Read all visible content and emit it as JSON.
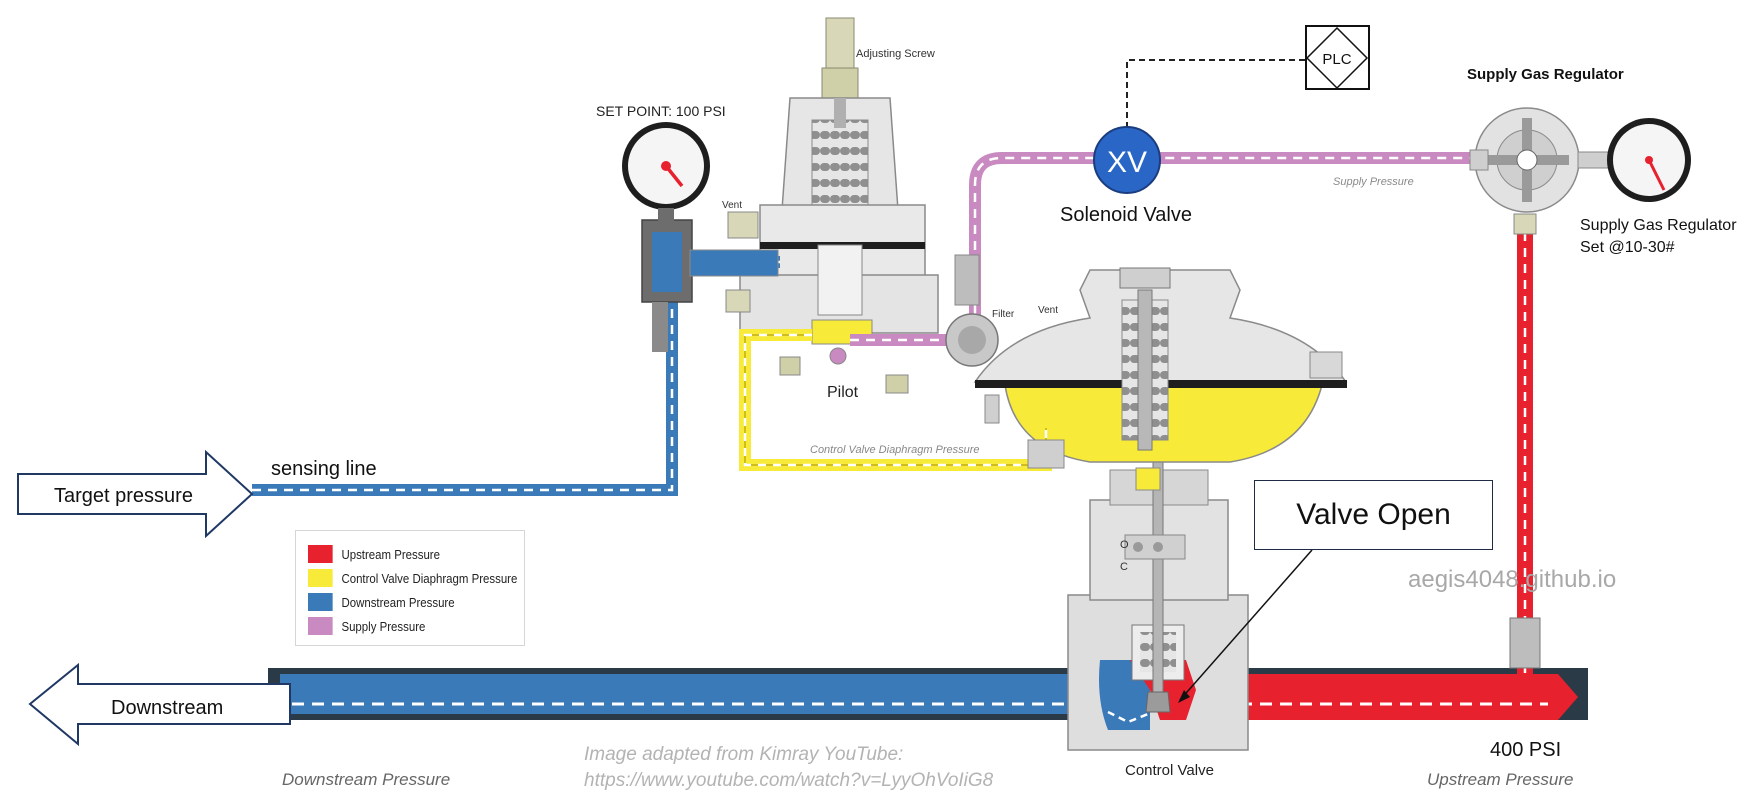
{
  "labels": {
    "set_point": "SET POINT: 100 PSI",
    "adjusting_screw": "Adjusting Screw",
    "vent_pilot": "Vent",
    "vent_valve": "Vent",
    "filter": "Filter",
    "pilot": "Pilot",
    "plc": "PLC",
    "xv": "XV",
    "solenoid_valve": "Solenoid Valve",
    "supply_pressure_line": "Supply Pressure",
    "supply_gas_regulator_title": "Supply Gas Regulator",
    "supply_gas_regulator_note_1": "Supply Gas Regulator",
    "supply_gas_regulator_note_2": "Set @10-30#",
    "sensing_line": "sensing line",
    "target_pressure": "Target pressure",
    "control_valve_diaphragm_pressure": "Control Valve Diaphragm Pressure",
    "downstream": "Downstream",
    "valve_open": "Valve Open",
    "watermark": "aegis4048.github.io",
    "psi_400": "400 PSI",
    "control_valve": "Control Valve",
    "downstream_pressure": "Downstream Pressure",
    "upstream_pressure": "Upstream Pressure",
    "credit_1": "Image adapted from Kimray YouTube:",
    "credit_2": "https://www.youtube.com/watch?v=LyyOhVoIiG8",
    "valve_letter_o": "O",
    "valve_letter_c": "C"
  },
  "legend": [
    {
      "label": "Upstream Pressure",
      "color": "#e8212e"
    },
    {
      "label": "Control Valve Diaphragm Pressure",
      "color": "#f7ea38"
    },
    {
      "label": "Downstream Pressure",
      "color": "#3b7ab8"
    },
    {
      "label": "Supply Pressure",
      "color": "#c88ac0"
    }
  ],
  "colors": {
    "upstream": "#e8212e",
    "diaphragm": "#f7ea38",
    "downstream": "#3b7ab8",
    "supply": "#c88ac0",
    "solenoid": "#2a66c6",
    "metal": "#dcdcdc",
    "metal_dark": "#9a9a9a"
  }
}
